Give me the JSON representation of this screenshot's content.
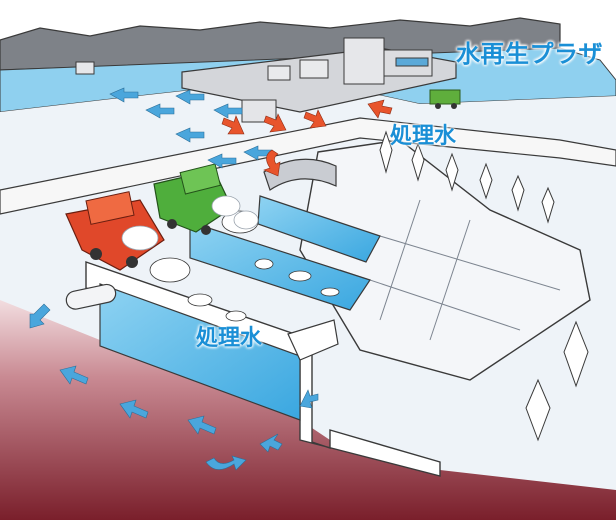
{
  "labels": {
    "plant": "水再生プラザ",
    "treated_water_top": "処理水",
    "treated_water_channel": "処理水"
  },
  "colors": {
    "label_text": "#1a8fd6",
    "water": "#55b8e6",
    "flow_arrow_blue": "#4aa6dc",
    "flow_arrow_red": "#e8542c",
    "truck_red": "#e0482a",
    "truck_green": "#4fae3c",
    "ground": "#8a2a34"
  },
  "icons": [
    "flow-arrow-icon",
    "tree-icon",
    "dump-truck-icon",
    "snow-icon"
  ]
}
